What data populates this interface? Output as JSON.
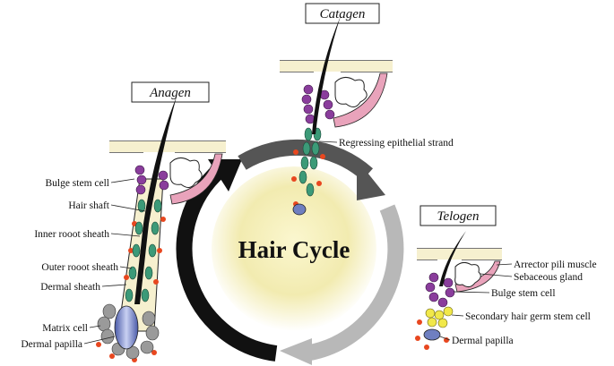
{
  "center": {
    "title": "Hair Cycle"
  },
  "stages": {
    "anagen": "Anagen",
    "catagen": "Catagen",
    "telogen": "Telogen"
  },
  "labels": {
    "anagen": [
      "Bulge stem cell",
      "Hair shaft",
      "Inner rooot sheath",
      "Outer rooot sheath",
      "Dermal sheath",
      "Matrix cell",
      "Dermal papilla"
    ],
    "catagen": [
      "Regressing epithelial strand"
    ],
    "telogen": [
      "Arrector pili muscle",
      "Sebaceous gland",
      "Bulge stem cell",
      "Secondary hair germ stem cell",
      "Dermal papilla"
    ]
  },
  "colors": {
    "bulge": "#8a3d9c",
    "sheath": "#3c9a78",
    "sebaceous_outline": "#222222",
    "muscle": "#e9a3bb",
    "dermal": "#e8471f",
    "papilla": "#6f7fc0",
    "matrix": "#9a9a9a",
    "germ": "#f1e84a",
    "arrow_dark": "#111111",
    "arrow_mid": "#555555",
    "arrow_light": "#b8b8b8"
  }
}
